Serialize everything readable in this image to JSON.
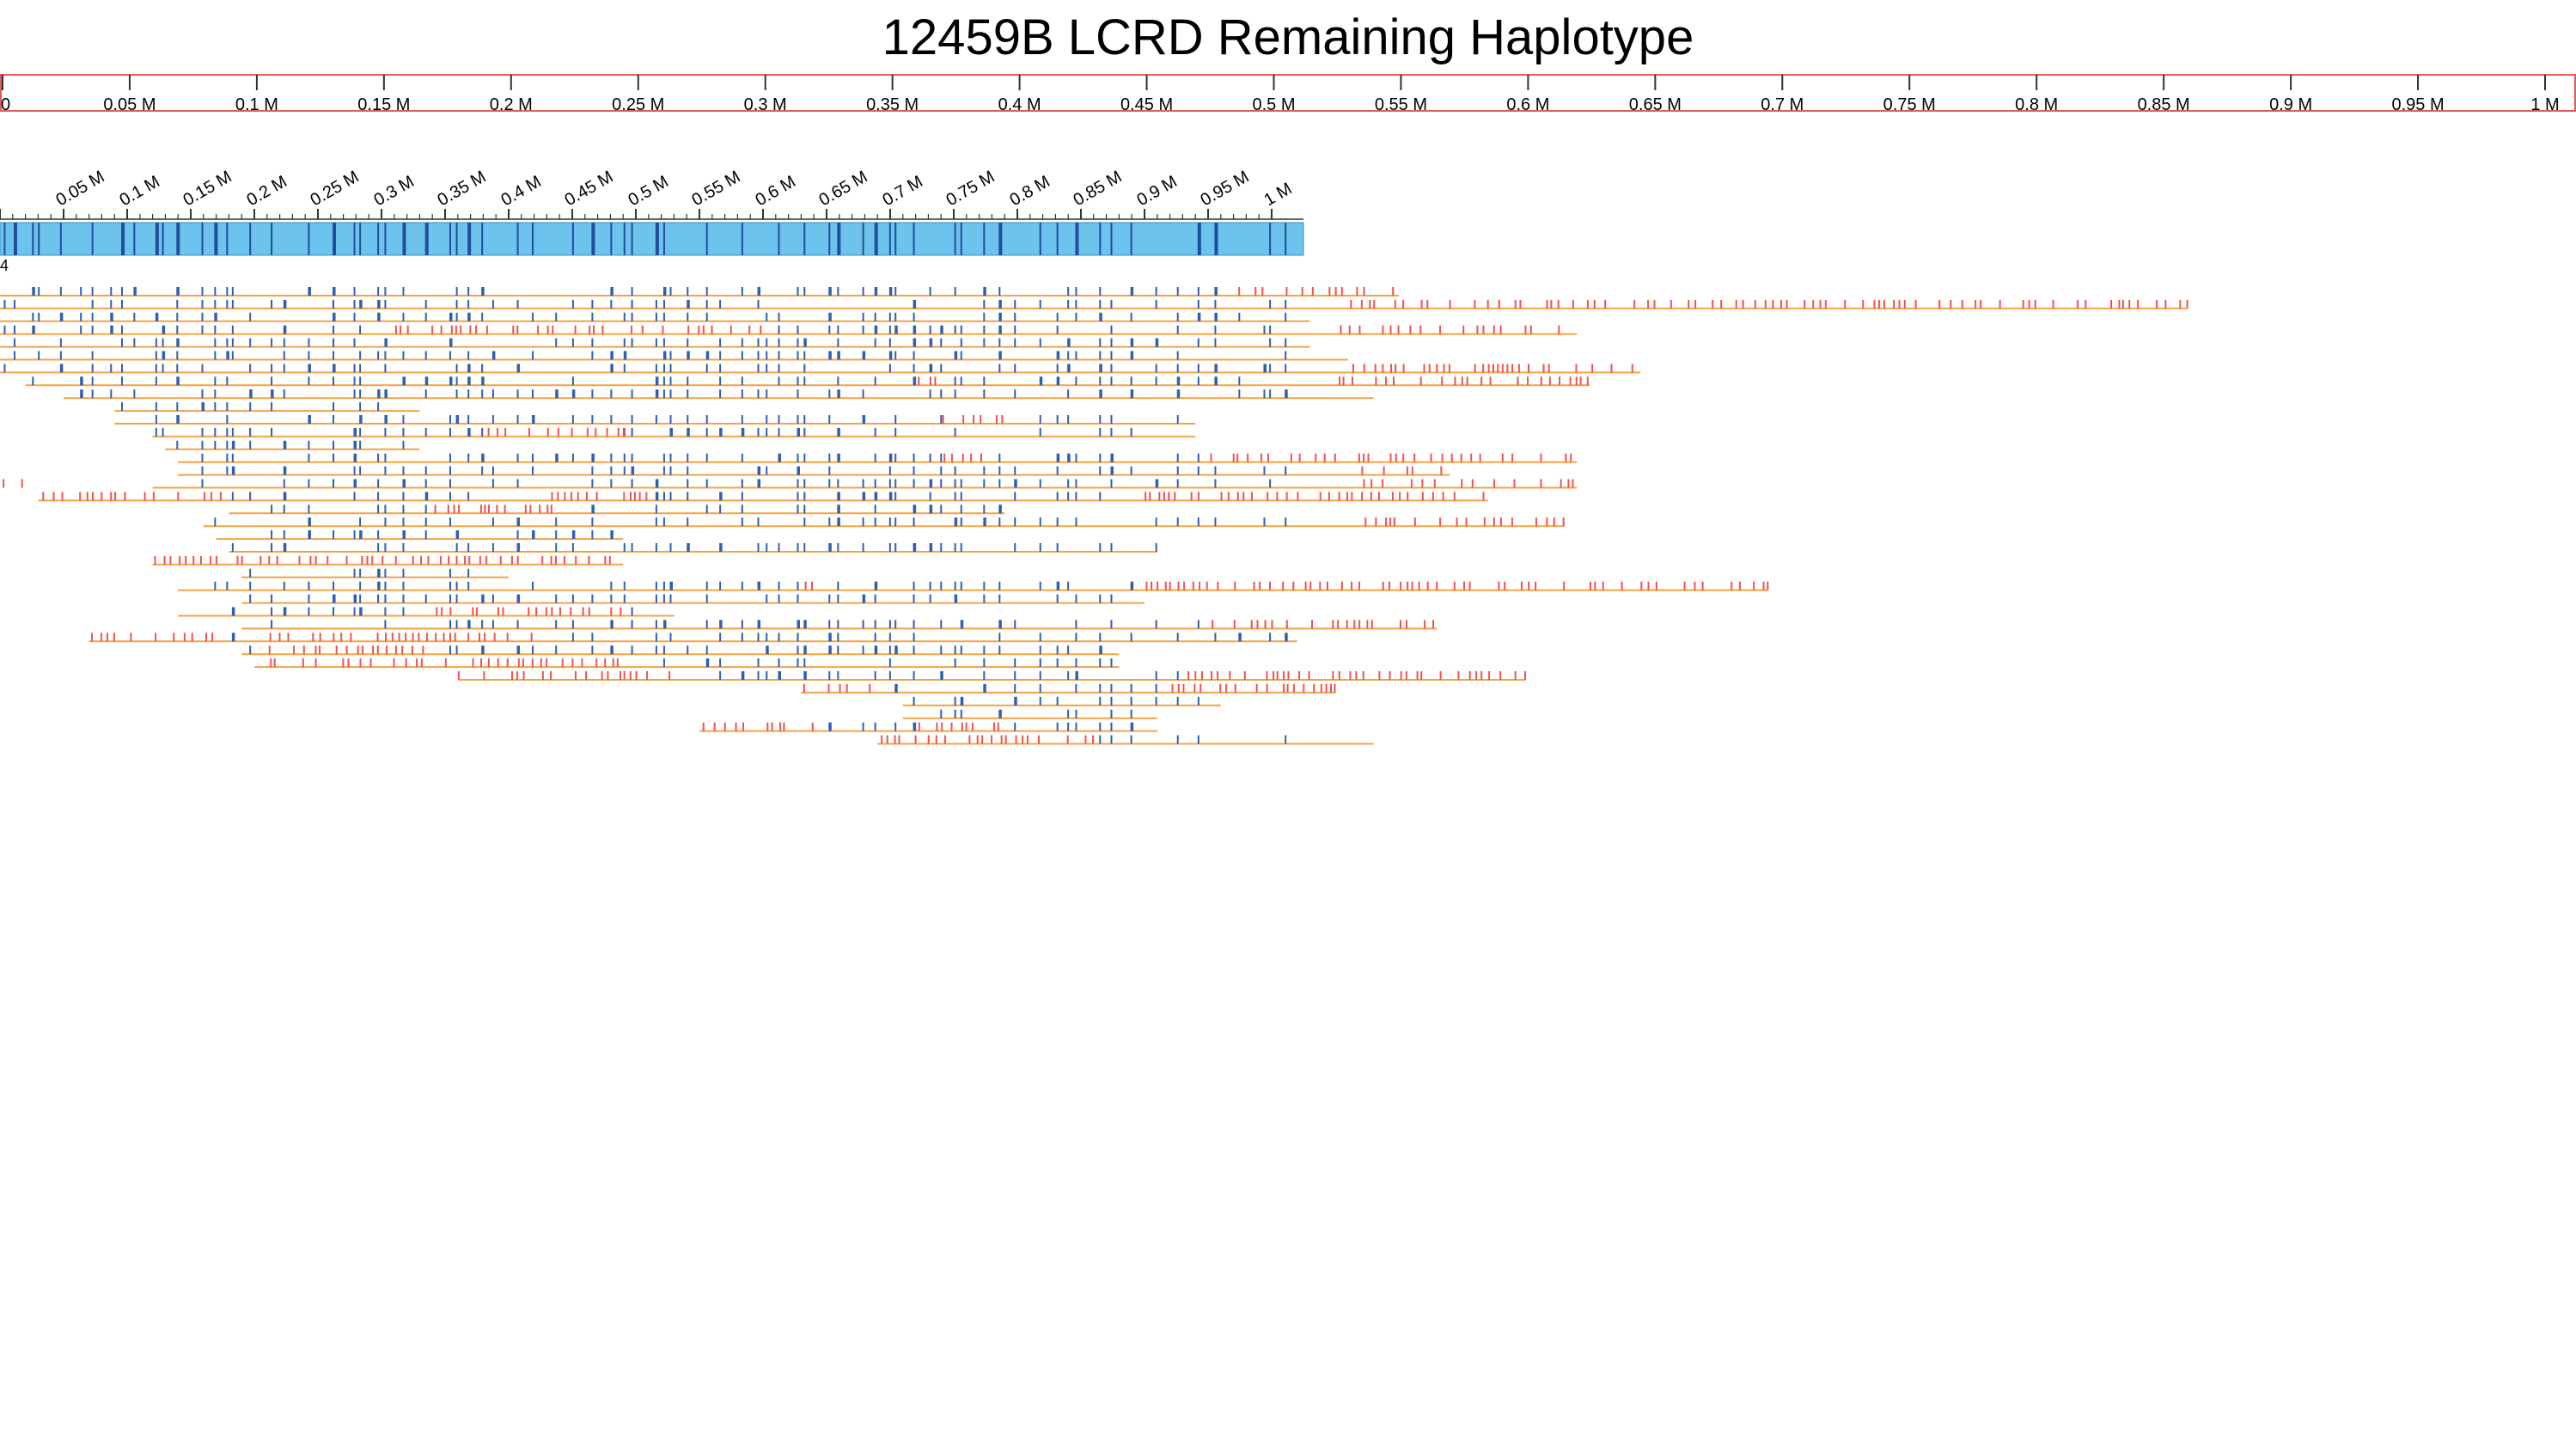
{
  "title": "12459B LCRD Remaining Haplotype",
  "colors": {
    "ruler_border": "#e35a5a",
    "contig_fill": "#6cc3ec",
    "contig_mark": "#1f4e9c",
    "read_line": "#f0a445",
    "match_mark": "#2f5fb0",
    "mismatch_mark": "#ef5350"
  },
  "chart_data": {
    "type": "alignment-track",
    "top_ruler": {
      "ticks": [
        "0",
        "0.05 M",
        "0.1 M",
        "0.15 M",
        "0.2 M",
        "0.25 M",
        "0.3 M",
        "0.35 M",
        "0.4 M",
        "0.45 M",
        "0.5 M",
        "0.55 M",
        "0.6 M",
        "0.65 M",
        "0.7 M",
        "0.75 M",
        "0.8 M",
        "0.85 M",
        "0.9 M",
        "0.95 M",
        "1 M"
      ]
    },
    "contig": {
      "label": "4",
      "start": 0,
      "end": 1.025,
      "ticks": [
        "0.05 M",
        "0.1 M",
        "0.15 M",
        "0.2 M",
        "0.25 M",
        "0.3 M",
        "0.35 M",
        "0.4 M",
        "0.45 M",
        "0.5 M",
        "0.55 M",
        "0.6 M",
        "0.65 M",
        "0.7 M",
        "0.75 M",
        "0.8 M",
        "0.85 M",
        "0.9 M",
        "0.95 M",
        "1 M"
      ]
    },
    "reads": [
      {
        "start": 0.0,
        "end": 1.1,
        "mismatch": [
          [
            0.97,
            1.1
          ]
        ]
      },
      {
        "start": 0.0,
        "end": 1.72,
        "mismatch": [
          [
            1.06,
            1.72
          ]
        ]
      },
      {
        "start": 0.0,
        "end": 1.03,
        "mismatch": []
      },
      {
        "start": 0.0,
        "end": 1.24,
        "mismatch": [
          [
            0.31,
            0.6
          ],
          [
            1.05,
            1.24
          ]
        ]
      },
      {
        "start": 0.0,
        "end": 1.03,
        "mismatch": []
      },
      {
        "start": 0.0,
        "end": 1.06,
        "mismatch": []
      },
      {
        "start": 0.0,
        "end": 1.29,
        "mismatch": [
          [
            1.06,
            1.29
          ]
        ]
      },
      {
        "start": 0.02,
        "end": 1.25,
        "mismatch": [
          [
            0.72,
            0.75
          ],
          [
            1.05,
            1.25
          ]
        ]
      },
      {
        "start": 0.05,
        "end": 1.08,
        "mismatch": []
      },
      {
        "start": 0.09,
        "end": 0.33,
        "mismatch": []
      },
      {
        "start": 0.09,
        "end": 0.94,
        "mismatch": [
          [
            0.74,
            0.8
          ]
        ]
      },
      {
        "start": 0.12,
        "end": 0.94,
        "mismatch": [
          [
            0.38,
            0.49
          ]
        ]
      },
      {
        "start": 0.13,
        "end": 0.33,
        "mismatch": []
      },
      {
        "start": 0.14,
        "end": 1.24,
        "mismatch": [
          [
            0.74,
            0.78
          ],
          [
            0.95,
            1.24
          ]
        ]
      },
      {
        "start": 0.14,
        "end": 1.14,
        "mismatch": [
          [
            1.07,
            1.14
          ]
        ]
      },
      {
        "start": 0.12,
        "end": 1.24,
        "mismatch": [
          [
            0.0,
            0.02
          ],
          [
            1.07,
            1.24
          ]
        ]
      },
      {
        "start": 0.03,
        "end": 1.17,
        "mismatch": [
          [
            0.03,
            0.18
          ],
          [
            0.43,
            0.51
          ],
          [
            0.9,
            1.17
          ]
        ]
      },
      {
        "start": 0.18,
        "end": 0.79,
        "mismatch": [
          [
            0.34,
            0.44
          ]
        ]
      },
      {
        "start": 0.16,
        "end": 1.23,
        "mismatch": [
          [
            1.07,
            1.23
          ]
        ]
      },
      {
        "start": 0.17,
        "end": 0.49,
        "mismatch": []
      },
      {
        "start": 0.18,
        "end": 0.91,
        "mismatch": []
      },
      {
        "start": 0.12,
        "end": 0.49,
        "mismatch": [
          [
            0.12,
            0.49
          ]
        ]
      },
      {
        "start": 0.19,
        "end": 0.4,
        "mismatch": []
      },
      {
        "start": 0.14,
        "end": 1.39,
        "mismatch": [
          [
            0.63,
            0.64
          ],
          [
            0.9,
            1.39
          ]
        ]
      },
      {
        "start": 0.19,
        "end": 0.9,
        "mismatch": []
      },
      {
        "start": 0.14,
        "end": 0.53,
        "mismatch": [
          [
            0.34,
            0.49
          ]
        ]
      },
      {
        "start": 0.19,
        "end": 1.13,
        "mismatch": [
          [
            0.95,
            1.13
          ]
        ]
      },
      {
        "start": 0.07,
        "end": 1.02,
        "mismatch": [
          [
            0.07,
            0.17
          ],
          [
            0.21,
            0.42
          ]
        ]
      },
      {
        "start": 0.19,
        "end": 0.88,
        "mismatch": [
          [
            0.21,
            0.34
          ]
        ]
      },
      {
        "start": 0.2,
        "end": 0.88,
        "mismatch": [
          [
            0.21,
            0.49
          ]
        ]
      },
      {
        "start": 0.36,
        "end": 1.2,
        "mismatch": [
          [
            0.36,
            0.53
          ],
          [
            0.93,
            1.2
          ]
        ]
      },
      {
        "start": 0.63,
        "end": 1.05,
        "mismatch": [
          [
            0.63,
            0.7
          ],
          [
            0.92,
            1.05
          ]
        ]
      },
      {
        "start": 0.71,
        "end": 0.96,
        "mismatch": []
      },
      {
        "start": 0.71,
        "end": 0.91,
        "mismatch": []
      },
      {
        "start": 0.55,
        "end": 0.91,
        "mismatch": [
          [
            0.55,
            0.64
          ],
          [
            0.72,
            0.79
          ]
        ]
      },
      {
        "start": 0.69,
        "end": 1.08,
        "mismatch": [
          [
            0.69,
            0.86
          ]
        ]
      }
    ]
  }
}
